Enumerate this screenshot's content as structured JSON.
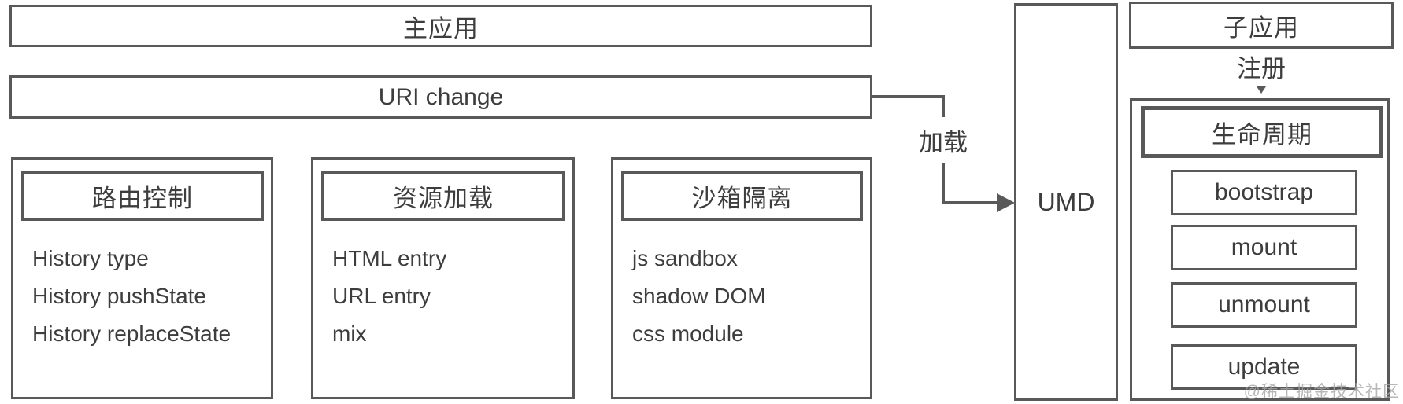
{
  "main_app": {
    "label": "主应用"
  },
  "uri_change": {
    "label": "URI change"
  },
  "connector": {
    "load_label": "加载"
  },
  "umd": {
    "label": "UMD"
  },
  "sub_app": {
    "title": "子应用",
    "register_label": "注册",
    "lifecycle_title": "生命周期",
    "lifecycle_items": [
      "bootstrap",
      "mount",
      "unmount",
      "update"
    ]
  },
  "panels": [
    {
      "title": "路由控制",
      "items": [
        "History type",
        "History pushState",
        "History replaceState"
      ]
    },
    {
      "title": "资源加载",
      "items": [
        "HTML entry",
        "URL entry",
        "mix"
      ]
    },
    {
      "title": "沙箱隔离",
      "items": [
        "js sandbox",
        "shadow DOM",
        "css module"
      ]
    }
  ],
  "watermark": "@稀土掘金技术社区",
  "colors": {
    "border": "#595959",
    "text": "#3d3d3d",
    "watermark": "#a6a6a6"
  }
}
